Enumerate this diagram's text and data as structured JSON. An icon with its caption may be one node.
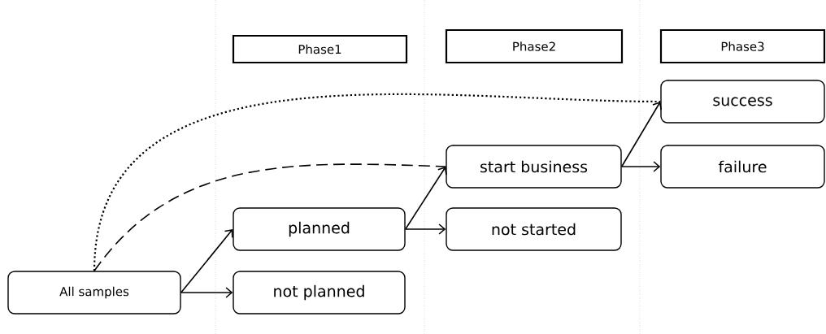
{
  "diagram": {
    "nodes": [
      {
        "text": [
          "Phase1"
        ]
      },
      {
        "text": [
          "Phase2"
        ]
      },
      {
        "text": [
          "Phase3"
        ]
      },
      {
        "text": [
          "All samples"
        ]
      },
      {
        "text": [
          "planned"
        ]
      },
      {
        "text": [
          "not planned"
        ]
      },
      {
        "text": [
          "start business"
        ]
      },
      {
        "text": [
          "not started"
        ]
      },
      {
        "text": [
          "success"
        ]
      },
      {
        "text": [
          "failure"
        ]
      }
    ],
    "edges": [
      {
        "from": 3,
        "to": 4,
        "arrow": "to"
      },
      {
        "from": 3,
        "to": 5,
        "arrow": "to"
      },
      {
        "from": 4,
        "to": 6,
        "arrow": "to"
      },
      {
        "from": 4,
        "to": 7,
        "arrow": "to"
      },
      {
        "from": 6,
        "to": 8,
        "arrow": "to"
      },
      {
        "from": 6,
        "to": 9,
        "arrow": "to"
      },
      {
        "from": 3,
        "to": 6,
        "arrow": "none",
        "style": "dashed"
      },
      {
        "from": 3,
        "to": 8,
        "arrow": "none",
        "style": "dashed"
      }
    ]
  }
}
